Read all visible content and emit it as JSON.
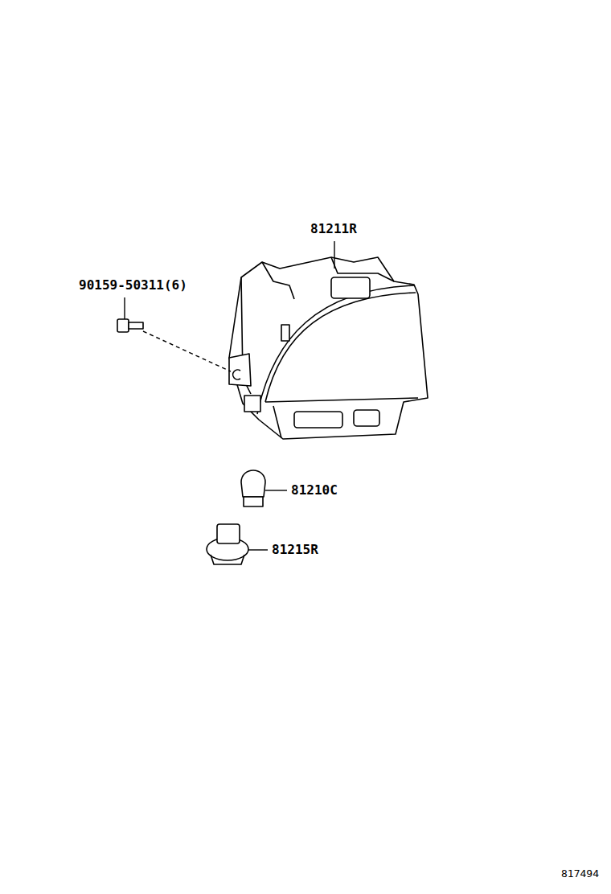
{
  "diagram": {
    "labels": [
      "81211R",
      "90159-50311(6)",
      "81210C",
      "81215R",
      "817494"
    ]
  }
}
